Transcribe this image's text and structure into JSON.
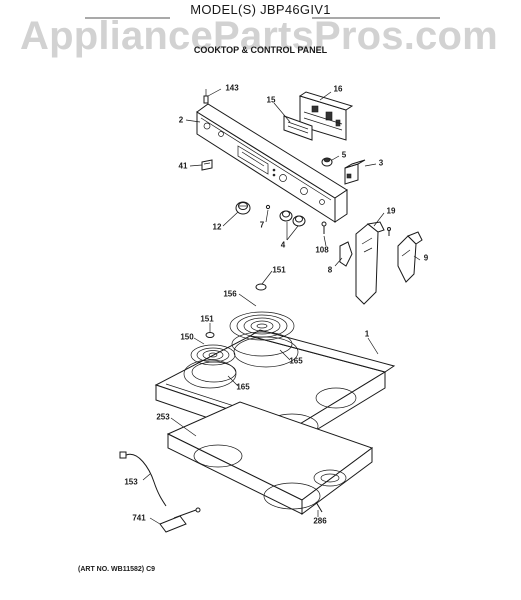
{
  "header": {
    "model": "MODEL(S) JBP46GIV1",
    "watermark": "AppliancePartsPros.com",
    "subtitle": "COOKTOP & CONTROL PANEL"
  },
  "footer": {
    "art_number": "(ART NO. WB11582) C9"
  },
  "callouts": {
    "p143": "143",
    "p16": "16",
    "p15": "15",
    "p2": "2",
    "p5": "5",
    "p3": "3",
    "p41": "41",
    "p12": "12",
    "p7": "7",
    "p4": "4",
    "p108": "108",
    "p19": "19",
    "p8": "8",
    "p9": "9",
    "p151a": "151",
    "p156": "156",
    "p151b": "151",
    "p1": "1",
    "p150": "150",
    "p165a": "165",
    "p165b": "165",
    "p253": "253",
    "p153": "153",
    "p741": "741",
    "p286": "286"
  },
  "colors": {
    "line": "#1a1a1a",
    "watermark": "#d2d2d2"
  }
}
